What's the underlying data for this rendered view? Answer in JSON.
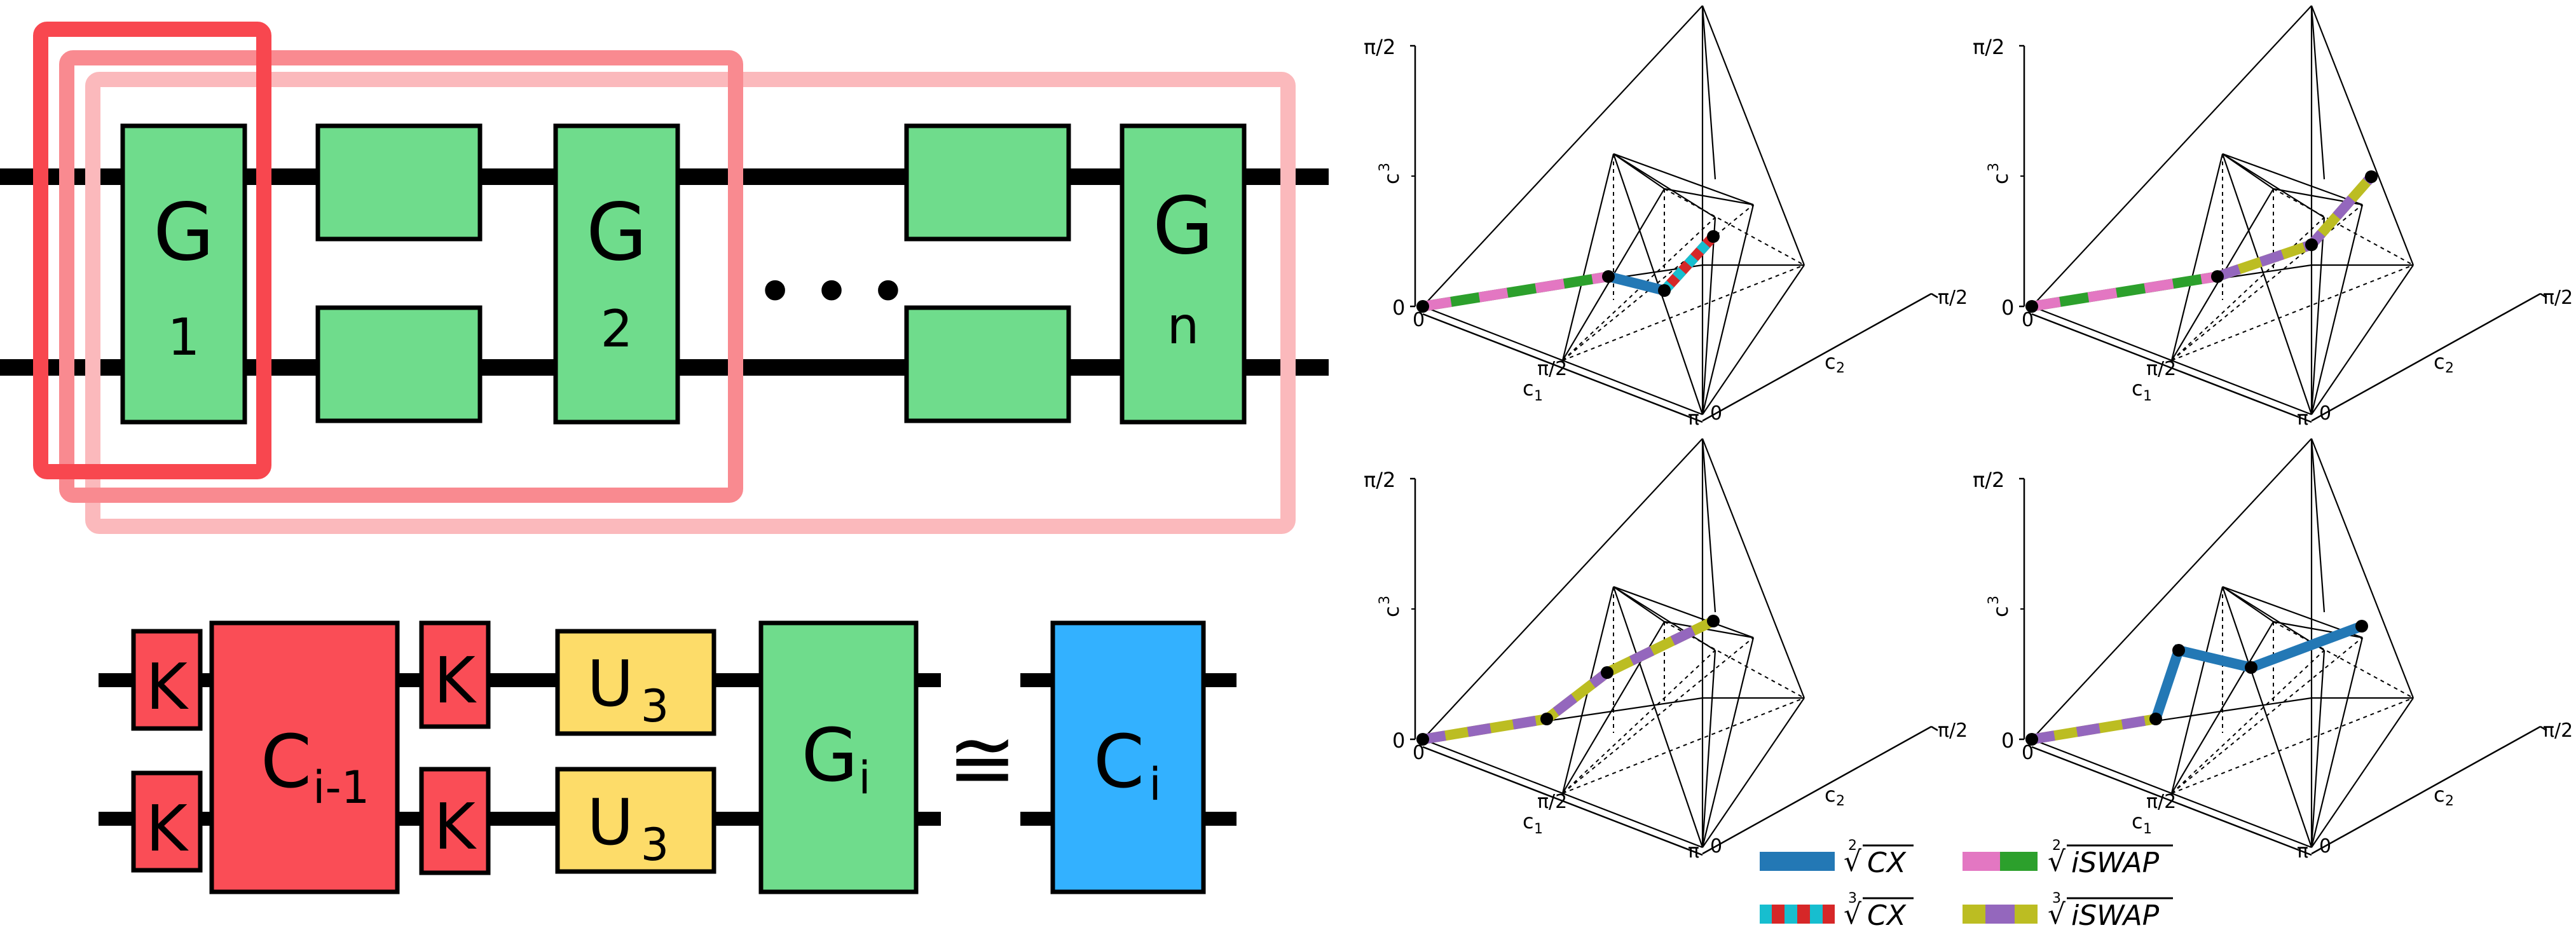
{
  "circuit": {
    "gate_base": "G",
    "gate_indices": [
      "1",
      "2",
      "n"
    ],
    "ellipsis": "• • •"
  },
  "equation": {
    "k_label": "K",
    "c_prev": "C",
    "c_prev_sub": "i-1",
    "u_label": "U",
    "u_sub": "3",
    "g_label": "G",
    "g_sub": "i",
    "cong": "≅",
    "c_label": "C",
    "c_sub": "i"
  },
  "plots": {
    "axis_c3": "c",
    "axis_c3_sub": "3",
    "axis_c2": "c",
    "axis_c2_sub": "2",
    "axis_c1": "c",
    "axis_c1_sub": "1",
    "tick_zero": "0",
    "tick_half_pi": "π/2",
    "tick_pi": "π"
  },
  "legend": {
    "items": [
      {
        "root": "2",
        "label": "CX",
        "colors": [
          "#2378b5"
        ]
      },
      {
        "root": "2",
        "label": "iSWAP",
        "colors": [
          "#e377c2",
          "#2ca02c"
        ]
      },
      {
        "root": "3",
        "label": "CX",
        "colors": [
          "#17becf",
          "#d62728"
        ]
      },
      {
        "root": "3",
        "label": "iSWAP",
        "colors": [
          "#9467bd",
          "#bcbd22"
        ]
      }
    ]
  },
  "colors": {
    "gate_green": "#6fdc8c",
    "k_red": "#fa4d56",
    "u_yellow": "#fddc69",
    "c_blue": "#33b1ff",
    "frame1": "#f8474f",
    "frame2": "#f98a90",
    "frame3": "#fbb9bc"
  }
}
